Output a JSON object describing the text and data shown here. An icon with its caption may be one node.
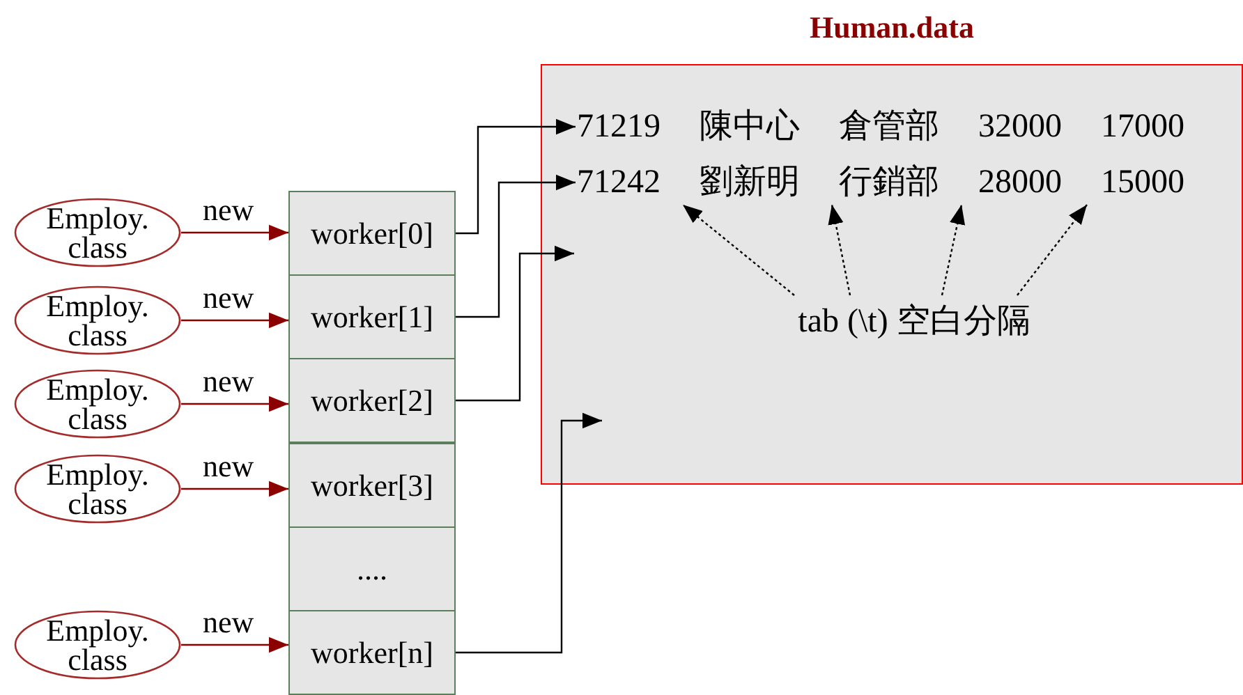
{
  "diagram": {
    "nodes": [
      {
        "text": [
          "Employ. class"
        ]
      },
      {
        "text": [
          "Employ. class"
        ]
      },
      {
        "text": [
          "Employ. class"
        ]
      },
      {
        "text": [
          "Employ. class"
        ]
      },
      {
        "text": [
          "Employ. class"
        ]
      },
      {
        "text": [
          "worker[0]"
        ]
      },
      {
        "text": [
          "worker[1]"
        ]
      },
      {
        "text": [
          "worker[2]"
        ]
      },
      {
        "text": [
          "worker[3]"
        ]
      },
      {
        "text": [
          "...."
        ]
      },
      {
        "text": [
          "worker[n]"
        ]
      },
      {
        "text": [
          "Human.data"
        ]
      },
      {
        "text": [
          "71219 陳中心 倉管部 32000 17000"
        ],
        "in": 11
      },
      {
        "text": [
          "71242 劉新明 行銷部 28000 15000"
        ],
        "in": 11
      },
      {
        "text": [
          "tab (\\t) 空白分隔"
        ],
        "in": 11
      }
    ],
    "edges": [
      {
        "from": 0,
        "to": 5,
        "arrow": "to",
        "label": "new",
        "color": "#8b0000"
      },
      {
        "from": 1,
        "to": 6,
        "arrow": "to",
        "label": "new",
        "color": "#8b0000"
      },
      {
        "from": 2,
        "to": 7,
        "arrow": "to",
        "label": "new",
        "color": "#8b0000"
      },
      {
        "from": 3,
        "to": 8,
        "arrow": "to",
        "label": "new",
        "color": "#8b0000"
      },
      {
        "from": 4,
        "to": 10,
        "arrow": "to",
        "label": "new",
        "color": "#8b0000"
      },
      {
        "from": 5,
        "to": 12,
        "arrow": "to"
      },
      {
        "from": 6,
        "to": 13,
        "arrow": "to"
      },
      {
        "from": 7,
        "to": 11,
        "arrow": "to"
      },
      {
        "from": 10,
        "to": 11,
        "arrow": "to"
      },
      {
        "from": 14,
        "to": 13,
        "arrow": "to",
        "style": "dashed"
      },
      {
        "from": 14,
        "to": 13,
        "arrow": "to",
        "style": "dashed"
      },
      {
        "from": 14,
        "to": 13,
        "arrow": "to",
        "style": "dashed"
      },
      {
        "from": 14,
        "to": 13,
        "arrow": "to",
        "style": "dashed"
      }
    ]
  }
}
